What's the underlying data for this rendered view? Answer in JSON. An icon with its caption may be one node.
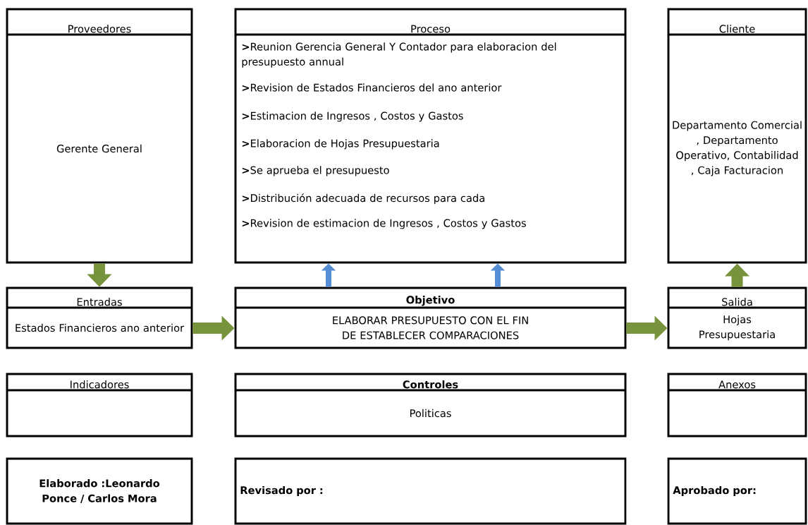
{
  "diagram": {
    "nodes": [
      {
        "text": [
          "Proveedores",
          "Gerente General"
        ]
      },
      {
        "text": [
          "Proceso",
          "**>**Reunion Gerencia General Y Contador para elaboracion del presupuesto annual",
          "**>**Revision de Estados Financieros del ano anterior",
          "**>**Estimacion de Ingresos , Costos y Gastos",
          "**>**Elaboracion de Hojas Presupuestaria",
          "**>**Se aprueba el presupuesto",
          "**>**Distribución adecuada  de recursos para cada",
          "**>**Revision de estimacion de Ingresos , Costos y Gastos"
        ]
      },
      {
        "text": [
          "Cliente",
          "Departamento Comercial , Departamento Operativo, Contabilidad , Caja Facturacion"
        ]
      },
      {
        "text": [
          "Entradas",
          "Estados Financieros ano anterior"
        ]
      },
      {
        "text": [
          "Objetivo",
          "ELABORAR PRESUPUESTO CON EL FIN DE ESTABLECER COMPARACIONES"
        ]
      },
      {
        "text": [
          "Salida",
          "Hojas Presupuestaria"
        ]
      },
      {
        "text": [
          "Indicadores"
        ]
      },
      {
        "text": [
          "Controles",
          "Politicas"
        ]
      },
      {
        "text": [
          "Anexos"
        ]
      },
      {
        "text": [
          "Elaborado :Leonardo Ponce / Carlos Mora"
        ]
      },
      {
        "text": [
          "Revisado por :"
        ]
      },
      {
        "text": [
          "Aprobado por:"
        ]
      }
    ],
    "edges": [
      {
        "from": 0,
        "to": 3,
        "arrow": "to"
      },
      {
        "from": 3,
        "to": 4,
        "arrow": "to"
      },
      {
        "from": 4,
        "to": 1,
        "arrow": "to",
        "color": "#558ed5"
      },
      {
        "from": 4,
        "to": 1,
        "arrow": "to",
        "color": "#558ed5"
      },
      {
        "from": 4,
        "to": 5,
        "arrow": "to"
      },
      {
        "from": 5,
        "to": 2,
        "arrow": "to"
      }
    ]
  }
}
